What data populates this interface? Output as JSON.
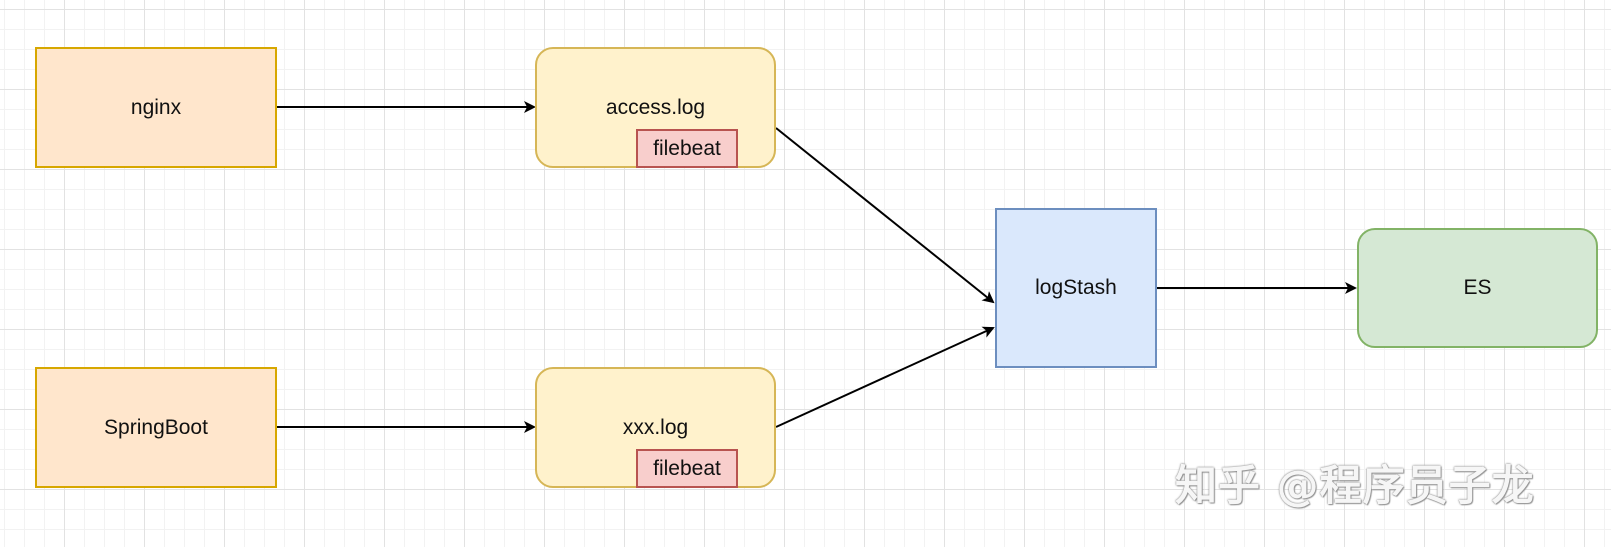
{
  "nodes": {
    "nginx": "nginx",
    "springboot": "SpringBoot",
    "access_log": "access.log",
    "xxx_log": "xxx.log",
    "filebeat_top": "filebeat",
    "filebeat_bottom": "filebeat",
    "logstash": "logStash",
    "es": "ES"
  },
  "edges": [
    {
      "from": "nginx",
      "to": "access.log"
    },
    {
      "from": "SpringBoot",
      "to": "xxx.log"
    },
    {
      "from": "access.log",
      "to": "logStash"
    },
    {
      "from": "xxx.log",
      "to": "logStash"
    },
    {
      "from": "logStash",
      "to": "ES"
    }
  ],
  "watermark": "知乎 @程序员子龙",
  "colors": {
    "source_fill": "#ffe6cc",
    "log_fill": "#fff2cc",
    "filebeat_fill": "#f8cecc",
    "logstash_fill": "#dae8fc",
    "es_fill": "#d5e8d4",
    "edge": "#000000"
  }
}
